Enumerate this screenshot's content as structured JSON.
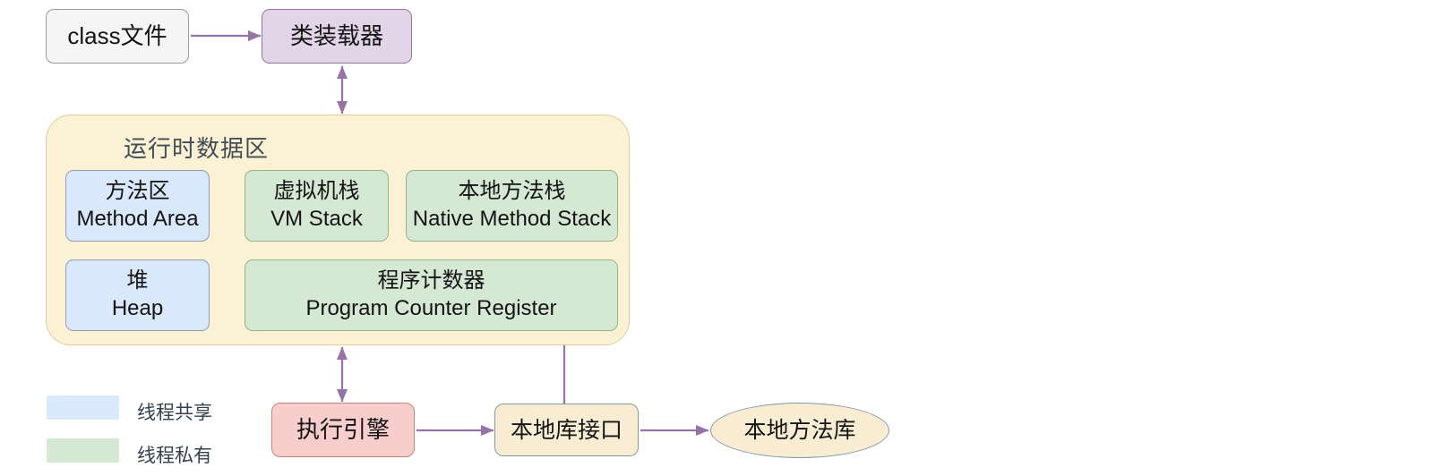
{
  "nodes": {
    "class_file": {
      "label": "class文件"
    },
    "class_loader": {
      "label": "类装载器"
    },
    "runtime_area": {
      "title": "运行时数据区"
    },
    "method_area": {
      "zh": "方法区",
      "en": "Method Area"
    },
    "vm_stack": {
      "zh": "虚拟机栈",
      "en": "VM Stack"
    },
    "native_method_stack": {
      "zh": "本地方法栈",
      "en": "Native Method Stack"
    },
    "heap": {
      "zh": "堆",
      "en": "Heap"
    },
    "pc_register": {
      "zh": "程序计数器",
      "en": "Program Counter Register"
    },
    "execution_engine": {
      "label": "执行引擎"
    },
    "native_interface": {
      "label": "本地库接口"
    },
    "native_library": {
      "label": "本地方法库"
    }
  },
  "legend": {
    "shared": {
      "label": "线程共享",
      "color": "#dae8fc"
    },
    "private": {
      "label": "线程私有",
      "color": "#d5e8d4"
    }
  },
  "colors": {
    "arrow": "#9673a6",
    "thread_shared": "#dae8fc",
    "thread_private": "#d5e8d4"
  }
}
